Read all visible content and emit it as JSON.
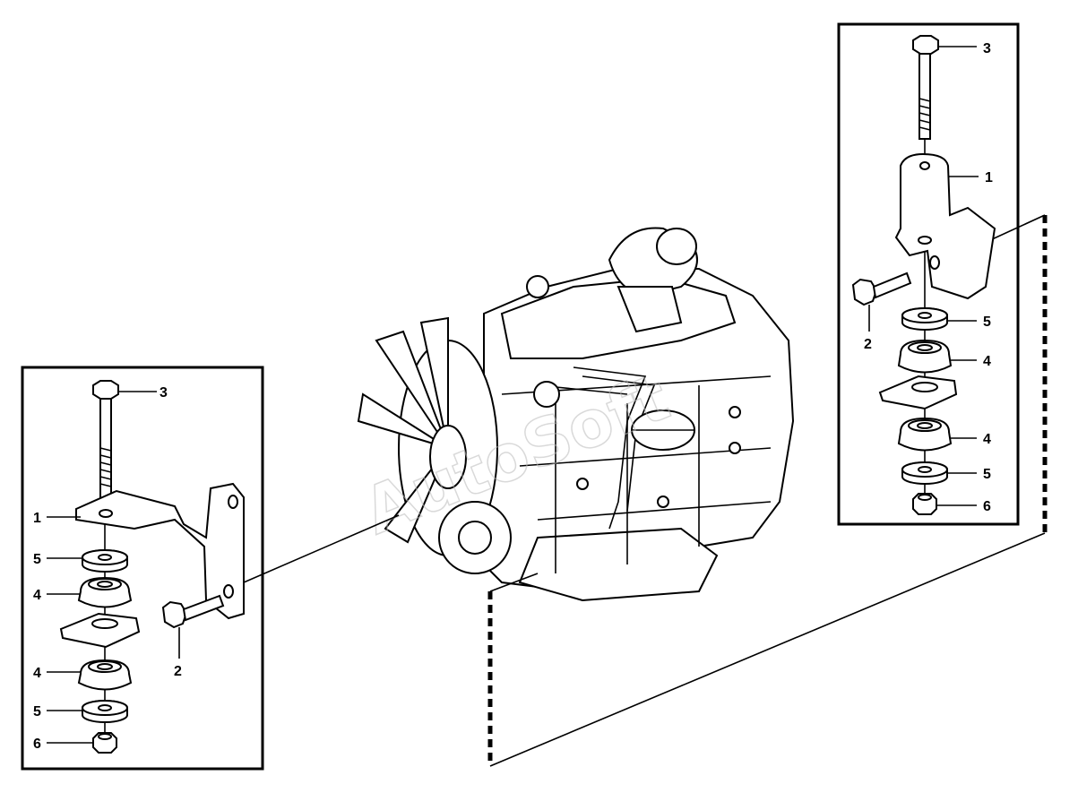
{
  "callouts": {
    "left": {
      "bracket": "1",
      "bolt_side": "2",
      "bolt_top": "3",
      "mount_upper": "4",
      "mount_lower": "4",
      "washer_upper": "5",
      "washer_lower": "5",
      "nut": "6"
    },
    "right": {
      "bracket": "1",
      "bolt_side": "2",
      "bolt_top": "3",
      "mount_upper": "4",
      "mount_lower": "4",
      "washer_upper": "5",
      "washer_lower": "5",
      "nut": "6"
    }
  },
  "watermark": "AutoSoft"
}
